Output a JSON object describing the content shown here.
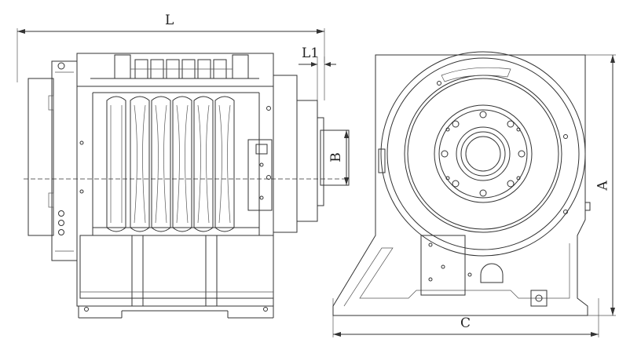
{
  "dimensions": {
    "overall_length": "L",
    "flange_offset": "L1",
    "shaft_diameter": "B",
    "overall_height": "A",
    "base_width": "C"
  },
  "views": [
    "side-view",
    "front-view"
  ]
}
